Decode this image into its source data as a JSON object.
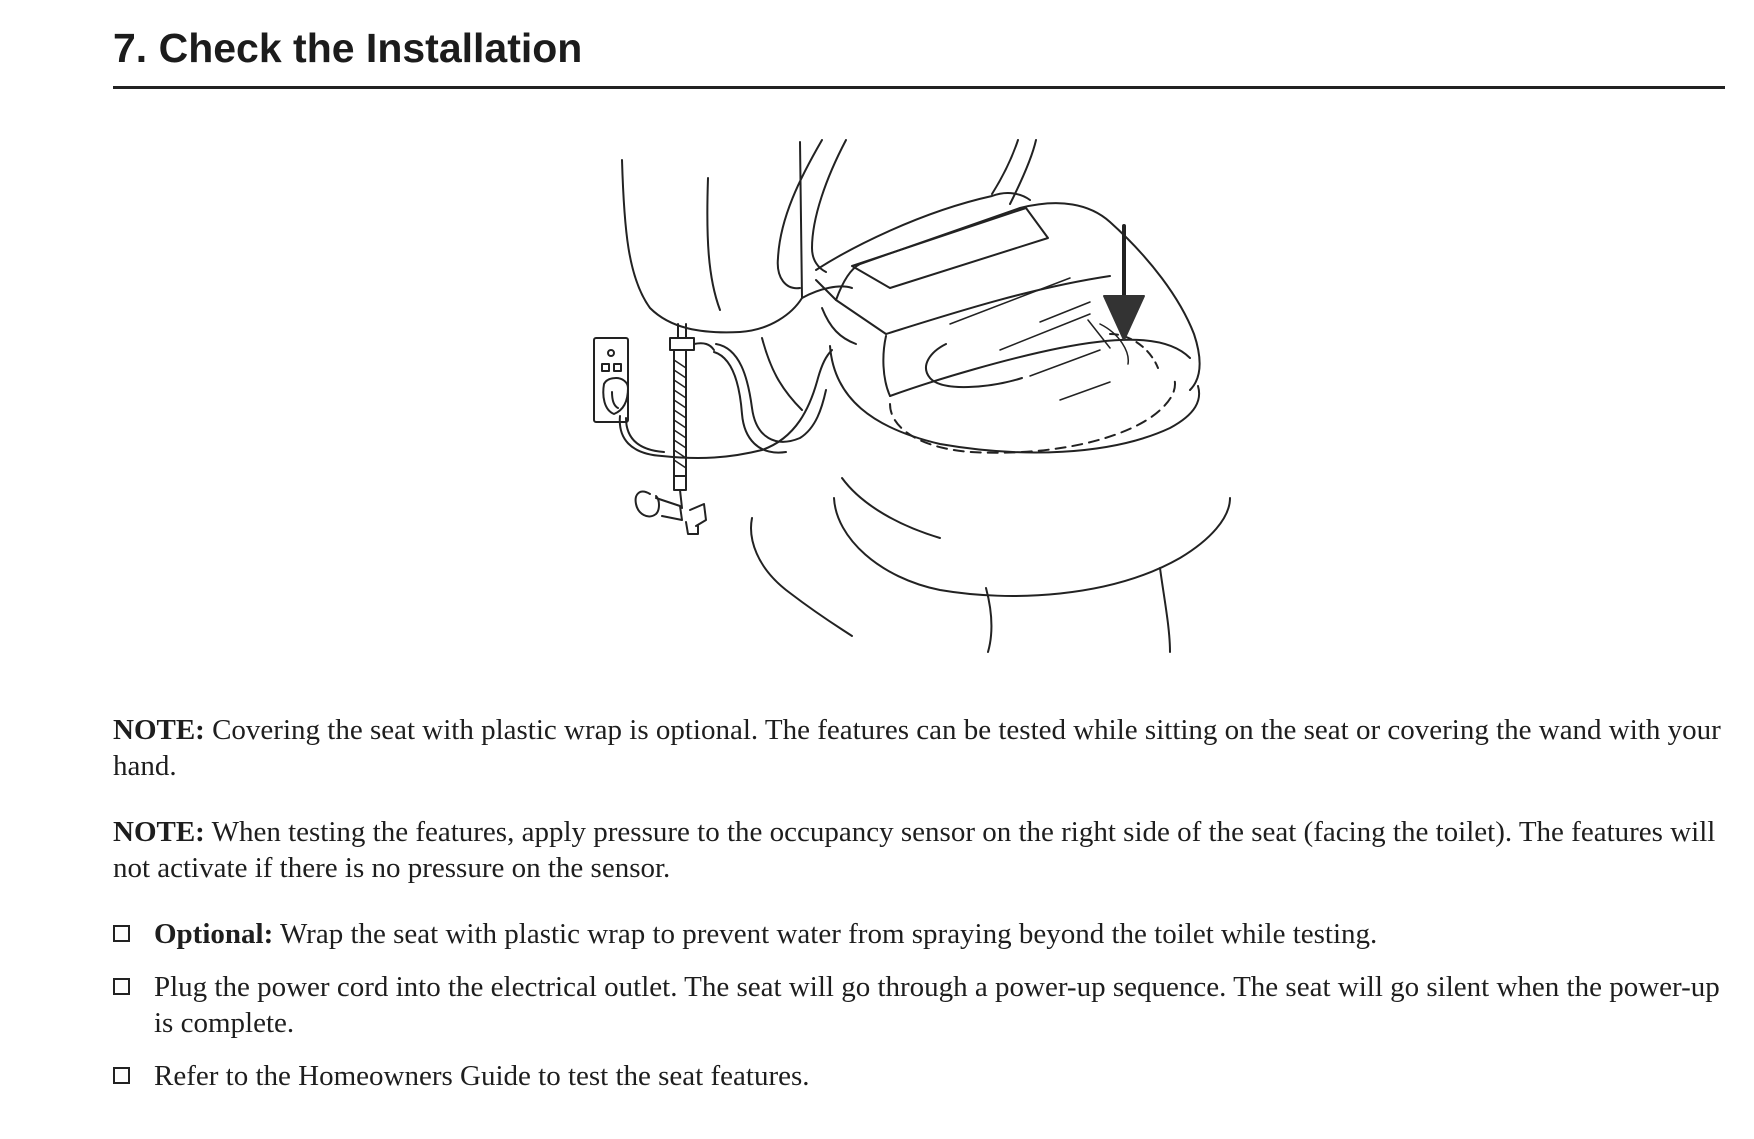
{
  "page": {
    "title": "7. Check the Installation"
  },
  "illustration": {
    "icons": [
      "toilet-seat-illustration",
      "down-arrow-icon",
      "electrical-outlet-icon",
      "water-supply-valve-icon"
    ]
  },
  "notes": [
    {
      "label": "NOTE:",
      "text": " Covering the seat with plastic wrap is optional. The features can be tested while sitting on the seat or covering the wand with your hand."
    },
    {
      "label": "NOTE:",
      "text": " When testing the features, apply pressure to the occupancy sensor on the right side of the seat (facing the toilet). The features will not activate if there is no pressure on the sensor."
    }
  ],
  "checklist": [
    {
      "label": "Optional:",
      "text": " Wrap the seat with plastic wrap to prevent water from spraying beyond the toilet while testing."
    },
    {
      "label": "",
      "text": "Plug the power cord into the electrical outlet. The seat will go through a power-up sequence. The seat will go silent when the power-up is complete."
    },
    {
      "label": "",
      "text": "Refer to the Homeowners Guide to test the seat features."
    }
  ]
}
